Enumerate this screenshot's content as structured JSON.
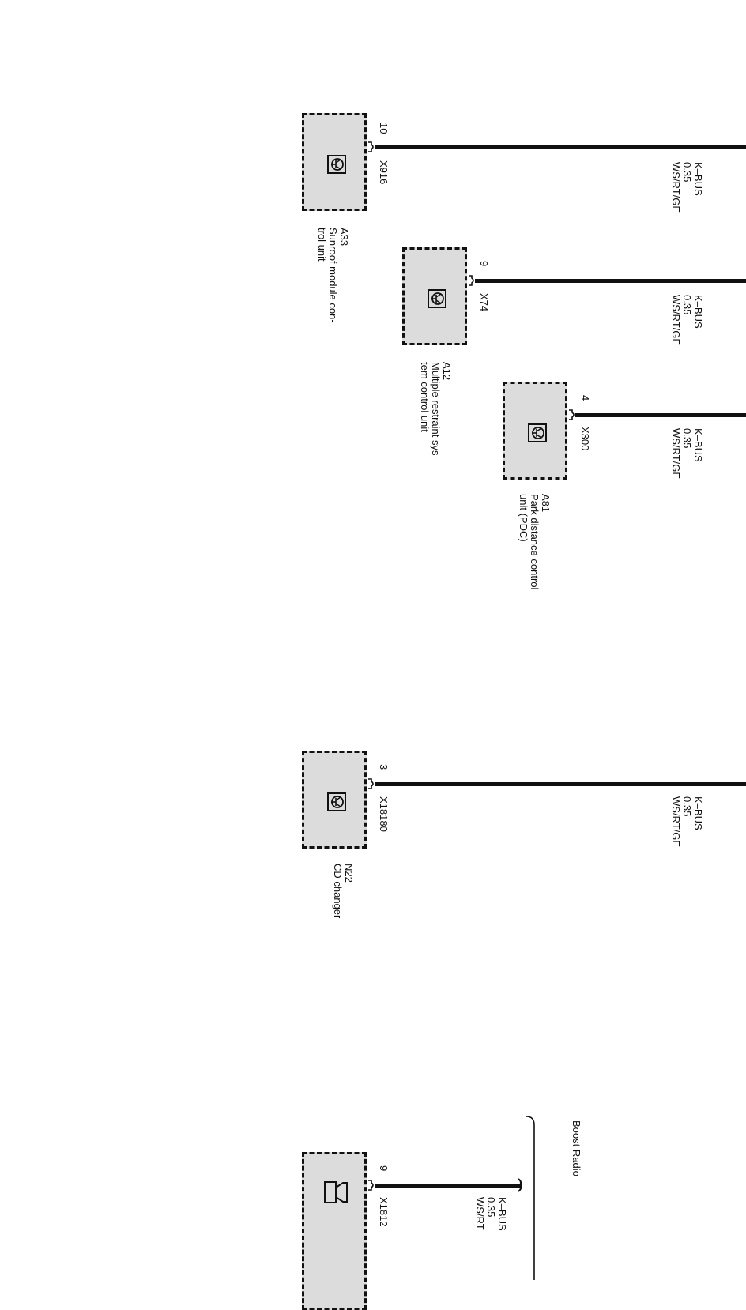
{
  "components": [
    {
      "id": "A33",
      "name": "Sunroof module con-",
      "name2": "trol unit",
      "pin": "10",
      "connector": "X916",
      "wire": {
        "signal": "K–BUS",
        "size": "0.35",
        "color": "WS/RT/GE"
      }
    },
    {
      "id": "A12",
      "name": "Multiple restraint sys-",
      "name2": "tem  control unit",
      "pin": "9",
      "connector": "X74",
      "wire": {
        "signal": "K–BUS",
        "size": "0.35",
        "color": "WS/RT/GE"
      }
    },
    {
      "id": "A81",
      "name": "Park distance control",
      "name2": "unit (PDC)",
      "pin": "4",
      "connector": "X300",
      "wire": {
        "signal": "K–BUS",
        "size": "0.35",
        "color": "WS/RT/GE"
      }
    },
    {
      "id": "N22",
      "name": "CD changer",
      "name2": "",
      "pin": "3",
      "connector": "X18180",
      "wire": {
        "signal": "K–BUS",
        "size": "0.35",
        "color": "WS/RT/GE"
      }
    },
    {
      "id": "",
      "name": "",
      "name2": "",
      "pin": "9",
      "connector": "X1812",
      "wire": {
        "signal": "K–BUS",
        "size": "0.35",
        "color": "WS/RT"
      }
    }
  ],
  "bracket_label": "Boost Radio"
}
